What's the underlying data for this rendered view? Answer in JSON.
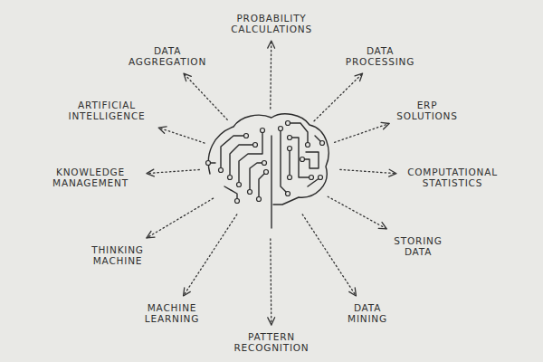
{
  "diagram": {
    "labels": [
      "DATA AGGREGATION",
      "PROBABILITY CALCULATIONS",
      "DATA PROCESSING",
      "ARTIFICIAL INTELLIGENCE",
      "ERP SOLUTIONS",
      "KNOWLEDGE MANAGEMENT",
      "COMPUTATIONAL STATISTICS",
      "THINKING MACHINE",
      "STORING DATA",
      "MACHINE LEARNING",
      "DATA MINING",
      "PATTERN RECOGNITION"
    ]
  }
}
